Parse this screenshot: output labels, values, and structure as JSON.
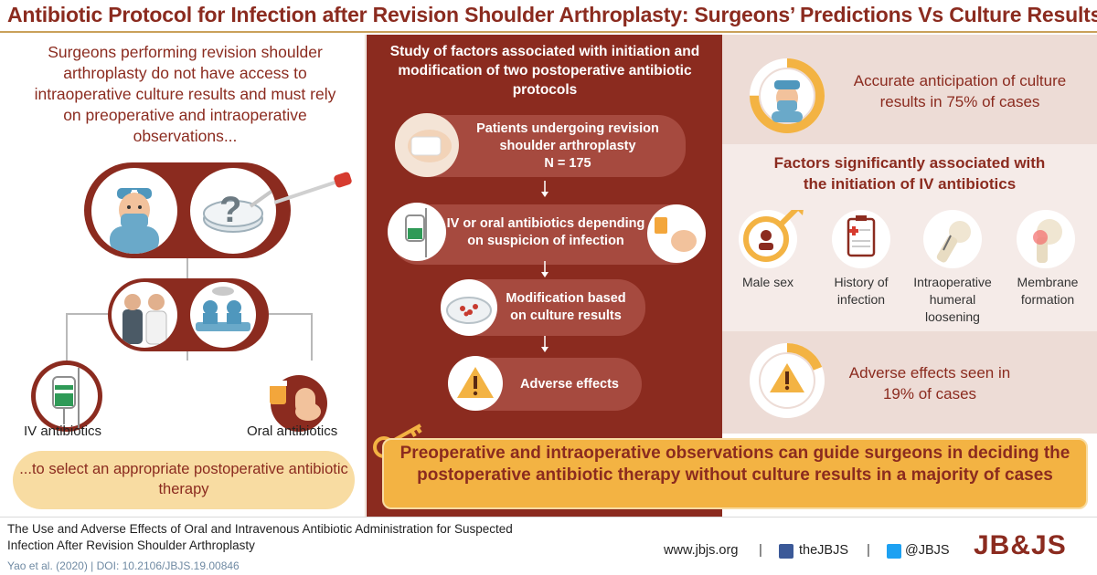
{
  "title": "Antibiotic Protocol for Infection after Revision Shoulder Arthroplasty: Surgeons’ Predictions Vs Culture Results",
  "left": {
    "intro": "Surgeons performing revision shoulder arthroplasty do not have access to intraoperative culture results and must rely on preoperative and intraoperative observations...",
    "iv_label": "IV antibiotics",
    "oral_label": "Oral antibiotics",
    "question_mark": "?",
    "select": "...to select an appropriate postoperative antibiotic therapy"
  },
  "middle": {
    "title": "Study of factors associated with initiation and modification of two postoperative antibiotic protocols",
    "steps": [
      {
        "text": "Patients undergoing revision shoulder arthroplasty"
      },
      {
        "text": "N = 175"
      },
      {
        "text": "IV or oral antibiotics depending on suspicion of infection"
      },
      {
        "text": "Modification based on culture results"
      },
      {
        "text": "Adverse effects"
      }
    ]
  },
  "right": {
    "accuracy": "Accurate anticipation of culture results in 75% of cases",
    "accuracy_fraction": 0.75,
    "factors_title": "Factors significantly associated with the initiation of IV antibiotics",
    "factors": [
      {
        "label": "Male sex",
        "icon": "male-sex-icon"
      },
      {
        "label": "History of infection",
        "icon": "medical-chart-icon"
      },
      {
        "label": "Intraoperative humeral loosening",
        "icon": "shoulder-joint-icon"
      },
      {
        "label": "Membrane formation",
        "icon": "shoulder-membrane-icon"
      }
    ],
    "adverse": "Adverse effects seen in 19% of cases",
    "adverse_fraction": 0.19
  },
  "conclusion": "Preoperative and intraoperative observations can guide surgeons in deciding the postoperative antibiotic therapy without culture results in a majority of cases",
  "footer": {
    "article_title": "The Use and Adverse Effects of Oral and Intravenous Antibiotic Administration for Suspected Infection After Revision Shoulder Arthroplasty",
    "citation": "Yao et al. (2020)  |  DOI: 10.2106/JBJS.19.00846",
    "website": "www.jbjs.org",
    "separator": "|",
    "facebook": "theJBJS",
    "twitter": "@JBJS",
    "logo": "JB&JS"
  },
  "colors": {
    "maroon": "#8b2b1f",
    "gold": "#f3b343",
    "cream": "#f8dca2",
    "blush": "#eddcd6",
    "facebook": "#3b5998",
    "twitter": "#1da1f2"
  }
}
